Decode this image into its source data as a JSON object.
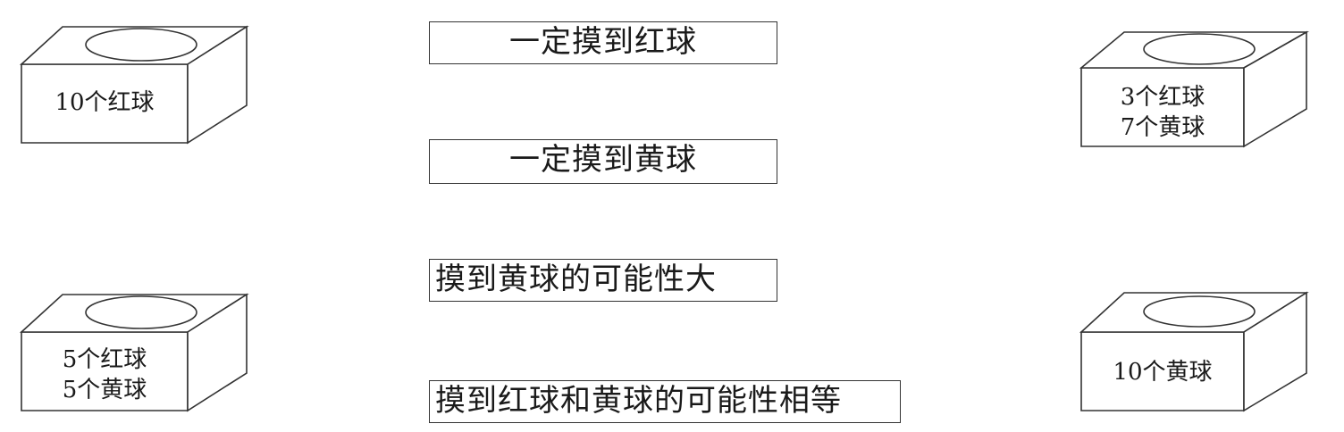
{
  "boxes": {
    "top_left": {
      "lines": [
        "10个红球"
      ]
    },
    "top_right": {
      "lines": [
        "3个红球",
        "7个黄球"
      ]
    },
    "bottom_left": {
      "lines": [
        "5个红球",
        "5个黄球"
      ]
    },
    "bottom_right": {
      "lines": [
        "10个黄球"
      ]
    }
  },
  "statements": [
    {
      "text": "一定摸到红球"
    },
    {
      "text": "一定摸到黄球"
    },
    {
      "text": "摸到黄球的可能性大"
    },
    {
      "text": "摸到红球和黄球的可能性相等"
    }
  ],
  "colors": {
    "line": "#333333",
    "background": "#ffffff"
  }
}
